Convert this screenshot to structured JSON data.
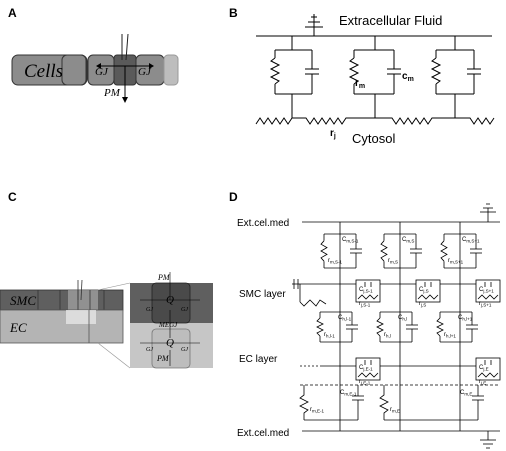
{
  "panels": {
    "A": {
      "letter": "A",
      "cells_label": "Cells",
      "gj_left": "GJ",
      "gj_right": "GJ",
      "pm": "PM"
    },
    "B": {
      "letter": "B",
      "top_label": "Extracellular Fluid",
      "bottom_label": "Cytosol",
      "rm": "r",
      "rm_sub": "m",
      "cm": "c",
      "cm_sub": "m",
      "rj": "r",
      "rj_sub": "j"
    },
    "C": {
      "letter": "C",
      "smc": "SMC",
      "ec": "EC",
      "pm_top": "PM",
      "pm_bottom": "PM",
      "q_top": "Q",
      "q_bottom": "Q",
      "gj": "GJ",
      "megj": "MEGJ"
    },
    "D": {
      "letter": "D",
      "ext_top": "Ext.cel.med",
      "smc_layer": "SMC layer",
      "ec_layer": "EC layer",
      "ext_bottom": "Ext.cel.med",
      "smc_mem": [
        {
          "c": "C",
          "c_sub": "m,S-1",
          "r": "r",
          "r_sub": "m,S-1"
        },
        {
          "c": "C",
          "c_sub": "m,S",
          "r": "r",
          "r_sub": "m,S"
        },
        {
          "c": "C",
          "c_sub": "m,S+1",
          "r": "r",
          "r_sub": "m,S+1"
        }
      ],
      "smc_gj": [
        {
          "c": "C",
          "c_sub": "j,S-1",
          "r": "r",
          "r_sub": "j,S-1"
        },
        {
          "c": "C",
          "c_sub": "j,S",
          "r": "r",
          "r_sub": "j,S"
        },
        {
          "c": "C",
          "c_sub": "j,S+1",
          "r": "r",
          "r_sub": "j,S+1"
        }
      ],
      "megj": [
        {
          "c": "C",
          "c_sub": "h,l-1",
          "r": "r",
          "r_sub": "h,l-1"
        },
        {
          "c": "C",
          "c_sub": "h,l",
          "r": "r",
          "r_sub": "h,l"
        },
        {
          "c": "C",
          "c_sub": "h,l+1",
          "r": "r",
          "r_sub": "h,l+1"
        }
      ],
      "ec_gj": [
        {
          "c": "C",
          "c_sub": "j,E-1",
          "r": "r",
          "r_sub": "j,E-1"
        },
        {
          "c": "C",
          "c_sub": "j,E",
          "r": "r",
          "r_sub": "j,E"
        }
      ],
      "ec_mem": [
        {
          "c": "C",
          "c_sub": "m,E-1",
          "r": "r",
          "r_sub": "m,E-1"
        },
        {
          "c": "C",
          "c_sub": "m,E",
          "r": "r",
          "r_sub": "m,E"
        }
      ]
    }
  }
}
